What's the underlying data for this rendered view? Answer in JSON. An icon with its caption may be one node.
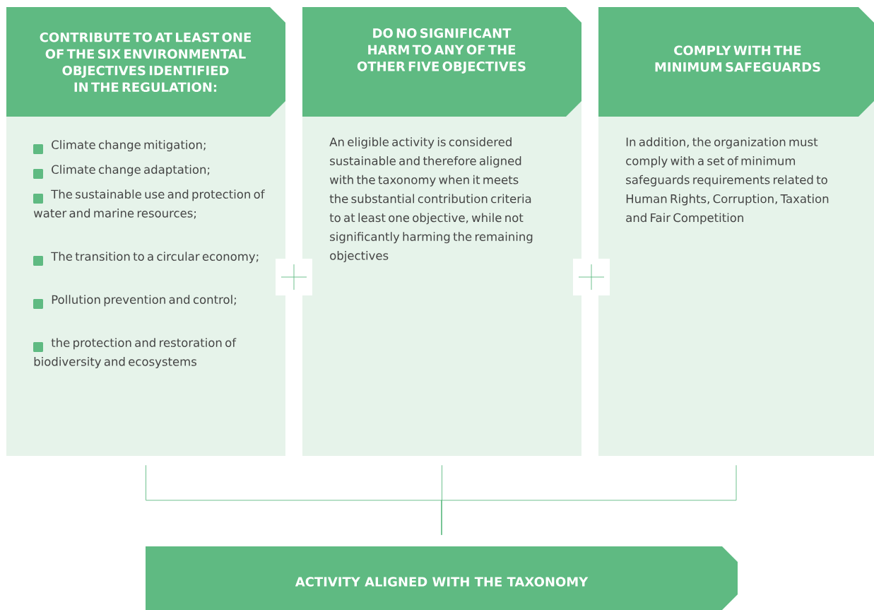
{
  "diagram": {
    "nodes": [
      {
        "text": [
          "CONTRIBUTE TO AT LEAST ONE OF THE SIX ENVIRONMENTAL OBJECTIVES IDENTIFIED IN THE REGULATION:",
          "Climate change mitigation;",
          "Climate change adaptation;",
          "The sustainable use and protection of water and marine resources;",
          "The transition to a circular economy;",
          "Pollution prevention and control;",
          "the protection and restoration of biodiversity and ecosystems"
        ]
      },
      {
        "text": [
          "DO NO SIGNIFICANT HARM TO ANY OF THE OTHER FIVE OBJECTIVES",
          "An eligible activity is considered sustainable and therefore aligned with the taxonomy when it meets the substantial contribution criteria to at least one objective, while not significantly harming the remaining objectives"
        ]
      },
      {
        "text": [
          "COMPLY WITH THE MINIMUM SAFEGUARDS",
          "In addition, the organization must comply with a set of minimum safeguards requirements related to Human Rights, Corruption, Taxation and Fair Competition"
        ]
      },
      {
        "text": [
          "ACTIVITY ALIGNED WITH THE TAXONOMY"
        ]
      }
    ],
    "edges": [
      {
        "from": 0,
        "to": 3,
        "arrow": "none"
      },
      {
        "from": 1,
        "to": 3,
        "arrow": "none"
      },
      {
        "from": 2,
        "to": 3,
        "arrow": "none"
      }
    ]
  }
}
